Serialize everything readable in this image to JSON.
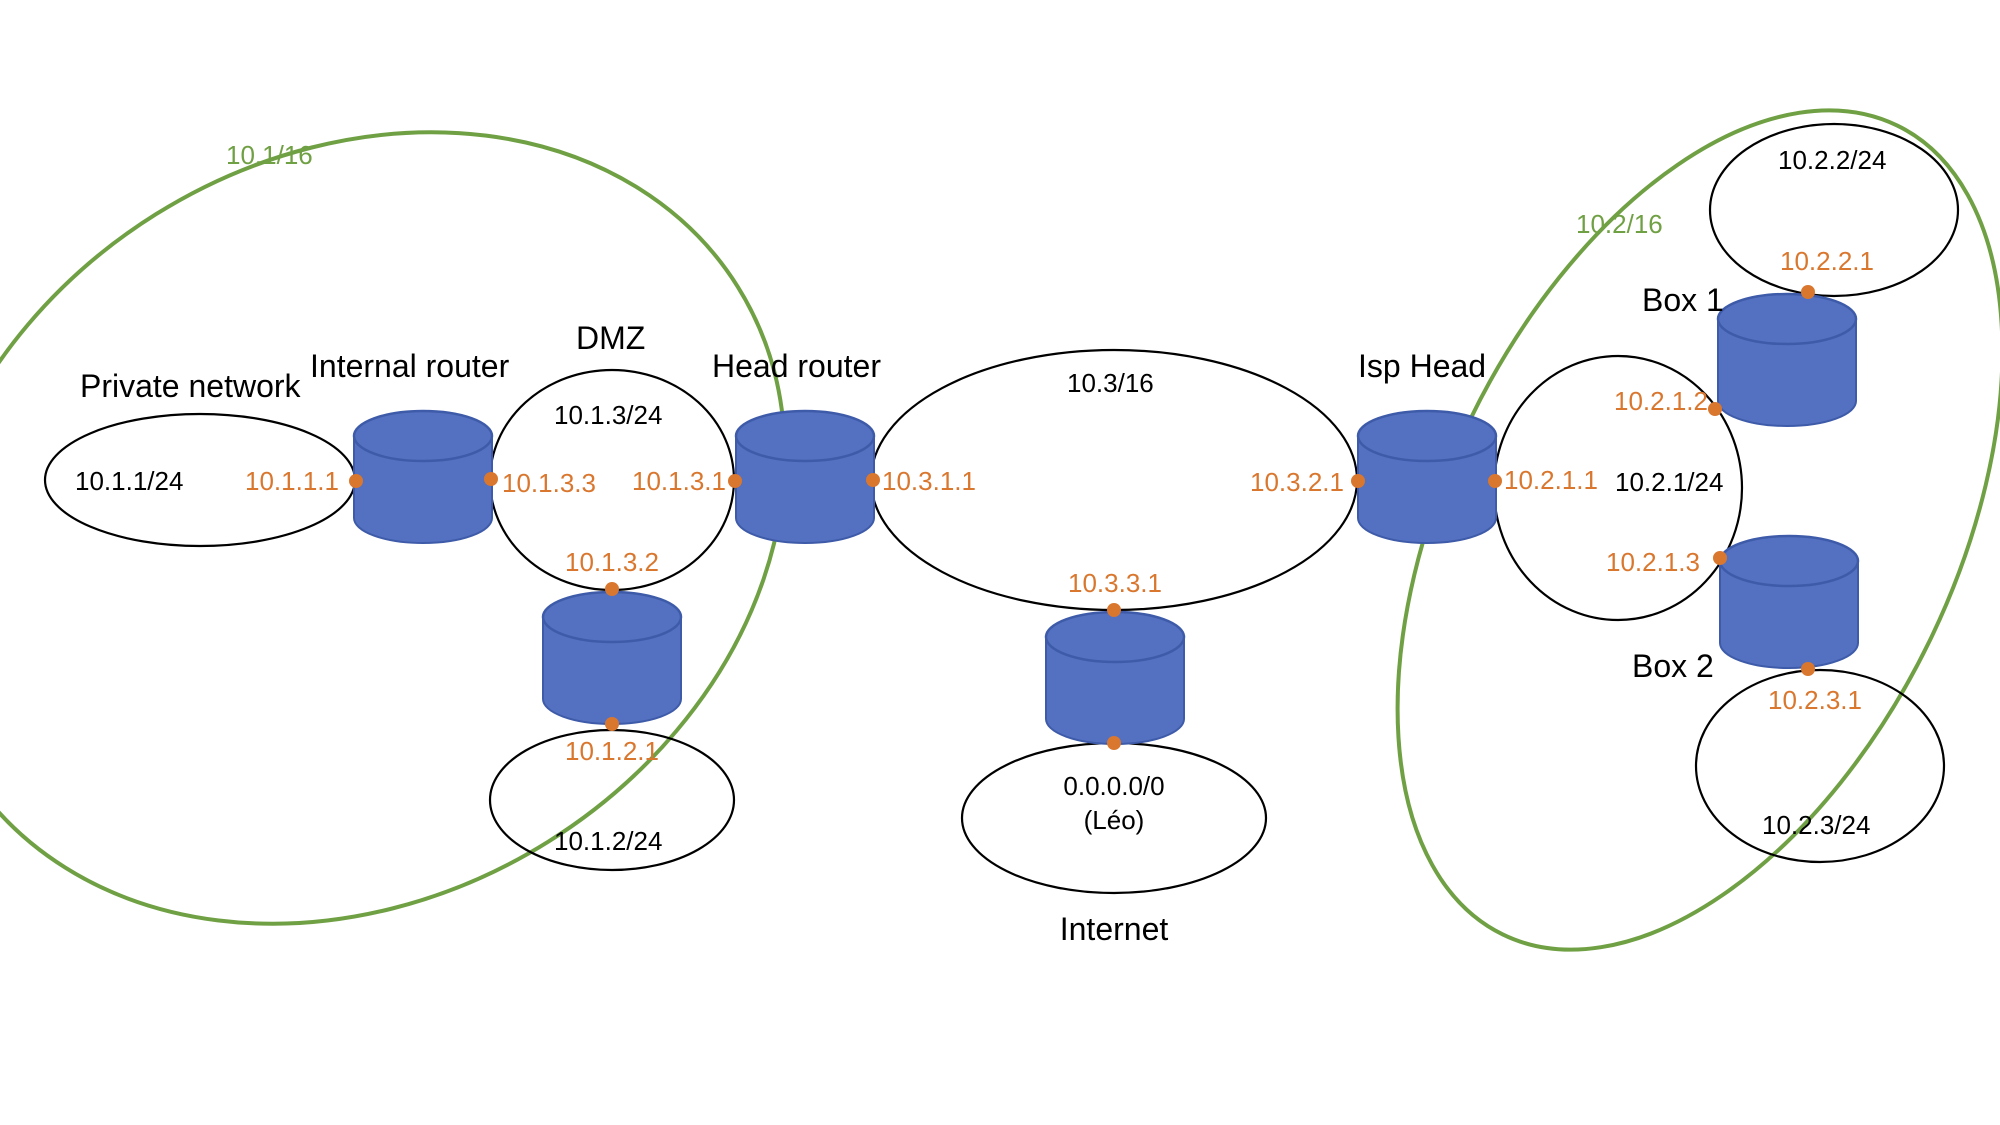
{
  "supernets": {
    "left": "10.1/16",
    "right": "10.2/16"
  },
  "routers": {
    "internal": "Internal router",
    "head": "Head router",
    "isp_head": "Isp Head",
    "box1": "Box 1",
    "box2": "Box 2"
  },
  "networks": {
    "private_title": "Private network",
    "private": "10.1.1/24",
    "dmz_title": "DMZ",
    "dmz": "10.1.3/24",
    "lan2": "10.1.2/24",
    "transit": "10.3/16",
    "internet_line1": "0.0.0.0/0",
    "internet_line2": "(Léo)",
    "internet_title": "Internet",
    "isp_lan": "10.2.1/24",
    "box1_lan": "10.2.2/24",
    "box2_lan": "10.2.3/24"
  },
  "ips": {
    "internal_private": "10.1.1.1",
    "internal_dmz": "10.1.3.3",
    "head_dmz": "10.1.3.1",
    "head_transit": "10.3.1.1",
    "dmz_router_top": "10.1.3.2",
    "dmz_router_bottom": "10.1.2.1",
    "internet_router": "10.3.3.1",
    "isp_transit": "10.3.2.1",
    "isp_lan": "10.2.1.1",
    "box1_lan": "10.2.1.2",
    "box1_home": "10.2.2.1",
    "box2_lan": "10.2.1.3",
    "box2_home": "10.2.3.1"
  },
  "colors": {
    "router_fill": "#5470C0",
    "port": "#D9772F",
    "supernet": "#70A044",
    "ip_text": "#D9772F"
  }
}
